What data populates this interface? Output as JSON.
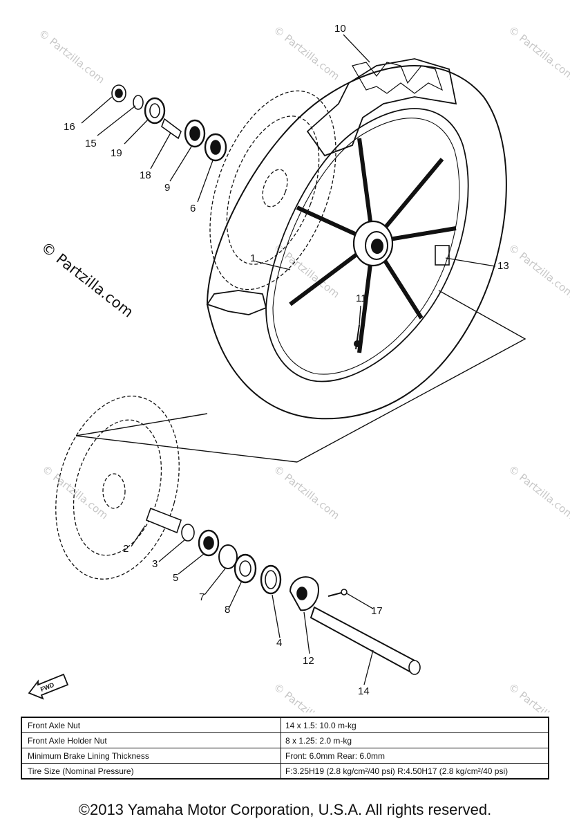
{
  "diagram": {
    "callouts": [
      {
        "id": "c10",
        "text": "10"
      },
      {
        "id": "c16",
        "text": "16"
      },
      {
        "id": "c15",
        "text": "15"
      },
      {
        "id": "c19",
        "text": "19"
      },
      {
        "id": "c18",
        "text": "18"
      },
      {
        "id": "c9",
        "text": "9"
      },
      {
        "id": "c6",
        "text": "6"
      },
      {
        "id": "c1",
        "text": "1"
      },
      {
        "id": "c13",
        "text": "13"
      },
      {
        "id": "c11",
        "text": "11"
      },
      {
        "id": "c2",
        "text": "2"
      },
      {
        "id": "c3",
        "text": "3"
      },
      {
        "id": "c5",
        "text": "5"
      },
      {
        "id": "c7",
        "text": "7"
      },
      {
        "id": "c8",
        "text": "8"
      },
      {
        "id": "c4",
        "text": "4"
      },
      {
        "id": "c12",
        "text": "12"
      },
      {
        "id": "c17",
        "text": "17"
      },
      {
        "id": "c14",
        "text": "14"
      }
    ],
    "fwd_label": "FWD",
    "watermark_main": "© Partzilla.com",
    "watermark_small": "© Partzilla.com"
  },
  "specs": {
    "rows": [
      {
        "label": "Front Axle Nut",
        "value": "14 x 1.5: 10.0 m-kg"
      },
      {
        "label": "Front Axle Holder Nut",
        "value": "8 x 1.25: 2.0 m-kg"
      },
      {
        "label": "Minimum Brake Lining Thickness",
        "value": "Front: 6.0mm        Rear: 6.0mm"
      },
      {
        "label": "Tire Size (Nominal Pressure)",
        "value": "F:3.25H19 (2.8 kg/cm²/40 psi)   R:4.50H17 (2.8 kg/cm²/40 psi)"
      }
    ]
  },
  "footer": {
    "copyright": "©2013  Yamaha Motor Corporation, U.S.A. All rights reserved."
  }
}
